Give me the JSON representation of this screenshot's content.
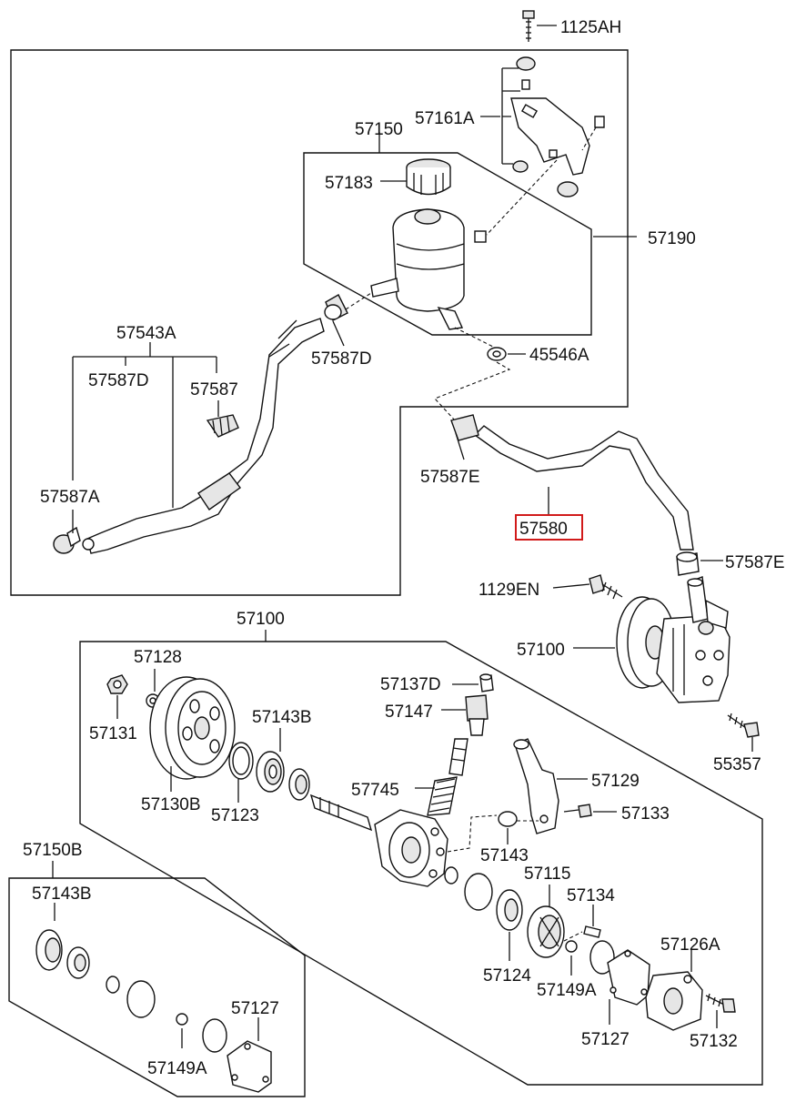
{
  "labels": {
    "l_1125AH": "1125AH",
    "l_57161A": "57161A",
    "l_57150": "57150",
    "l_57183": "57183",
    "l_57190": "57190",
    "l_57543A": "57543A",
    "l_57587D_a": "57587D",
    "l_57587D_b": "57587D",
    "l_57587": "57587",
    "l_45546A": "45546A",
    "l_57587A": "57587A",
    "l_57587E_a": "57587E",
    "l_57580": "57580",
    "l_57587E_b": "57587E",
    "l_1129EN": "1129EN",
    "l_57100_a": "57100",
    "l_57100_b": "57100",
    "l_57128": "57128",
    "l_57131": "57131",
    "l_57137D": "57137D",
    "l_57147": "57147",
    "l_57143B_a": "57143B",
    "l_55357": "55357",
    "l_57130B": "57130B",
    "l_57123": "57123",
    "l_57745": "57745",
    "l_57129": "57129",
    "l_57133": "57133",
    "l_57143": "57143",
    "l_57150B": "57150B",
    "l_57143B_b": "57143B",
    "l_57115": "57115",
    "l_57134": "57134",
    "l_57126A": "57126A",
    "l_57124": "57124",
    "l_57149A_a": "57149A",
    "l_57127_a": "57127",
    "l_57132": "57132",
    "l_57127_b": "57127",
    "l_57149A_b": "57149A"
  },
  "highlight": {
    "part": "57580",
    "color": "#d11a1a"
  }
}
